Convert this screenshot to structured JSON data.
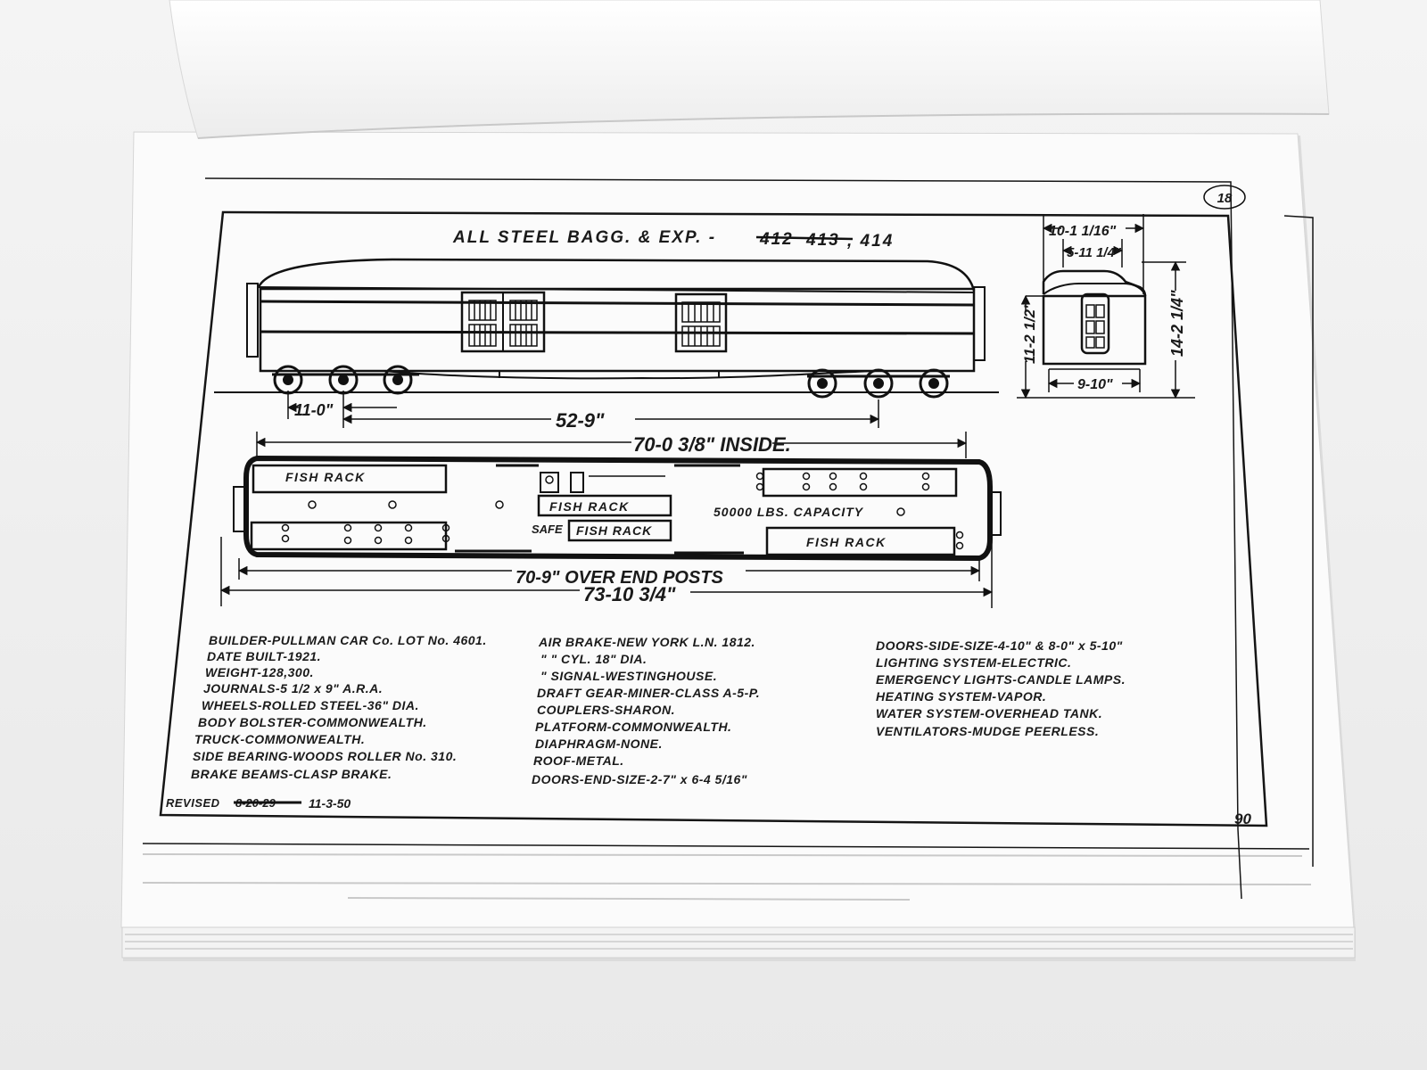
{
  "sheet": {
    "corner_mark": "18",
    "title_prefix": "ALL STEEL BAGG. & EXP. -",
    "title_struck_1": "412",
    "title_struck_2": "413",
    "title_number": ", 414",
    "page_number": "90",
    "revised_label": "REVISED",
    "revised_struck": "8-20-29",
    "revised_date": "11-3-50"
  },
  "dimensions": {
    "truck_wheelbase": "11-0\"",
    "truck_centers": "52-9\"",
    "inside_length": "70-0 3/8\" INSIDE.",
    "over_end_posts": "70-9\" OVER END POSTS",
    "overall_length": "73-10 3/4\"",
    "end_width_top": "10-1 1/16\"",
    "end_width_roof": "5-11 1/4\"",
    "end_height_side": "11-2 1/2\"",
    "end_height_total": "14-2 1/4\"",
    "end_width_bottom": "9-10\""
  },
  "plan_labels": {
    "rack_top_left": "FISH RACK",
    "rack_center_1": "FISH     RACK",
    "rack_center_2": "FISH RACK",
    "safe": "SAFE",
    "capacity": "50000 LBS. CAPACITY",
    "rack_bottom_right": "FISH RACK"
  },
  "specs_col1": [
    "BUILDER-PULLMAN CAR Co. LOT No. 4601.",
    "DATE BUILT-1921.",
    "WEIGHT-128,300.",
    "JOURNALS-5 1/2 x 9\" A.R.A.",
    "WHEELS-ROLLED STEEL-36\" DIA.",
    "BODY BOLSTER-COMMONWEALTH.",
    "TRUCK-COMMONWEALTH.",
    "SIDE BEARING-WOODS ROLLER No. 310.",
    "BRAKE BEAMS-CLASP BRAKE."
  ],
  "specs_col2": [
    "AIR BRAKE-NEW YORK L.N. 1812.",
    "\"       \"      CYL. 18\" DIA.",
    "\" SIGNAL-WESTINGHOUSE.",
    "DRAFT GEAR-MINER-CLASS A-5-P.",
    "COUPLERS-SHARON.",
    "PLATFORM-COMMONWEALTH.",
    "DIAPHRAGM-NONE.",
    "ROOF-METAL.",
    "DOORS-END-SIZE-2-7\" x 6-4 5/16\""
  ],
  "specs_col3": [
    "DOORS-SIDE-SIZE-4-10\" & 8-0\" x 5-10\"",
    "LIGHTING SYSTEM-ELECTRIC.",
    "EMERGENCY LIGHTS-CANDLE LAMPS.",
    "HEATING SYSTEM-VAPOR.",
    "WATER SYSTEM-OVERHEAD TANK.",
    "VENTILATORS-MUDGE PEERLESS."
  ]
}
